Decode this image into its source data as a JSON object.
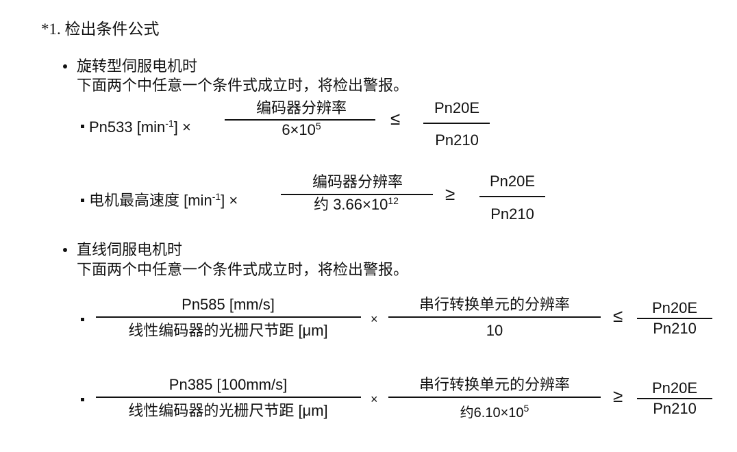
{
  "heading": "*1. 检出条件公式",
  "rotary": {
    "title": "旋转型伺服电机时",
    "desc": "下面两个中任意一个条件式成立时，将检出警报。",
    "f1": {
      "lhs": "Pn533 [min",
      "lhs_sup": "-1",
      "lhs_end": "] ×",
      "num": "编码器分辨率",
      "den": "6×10",
      "den_sup": "5",
      "op": "≤",
      "rnum": "Pn20E",
      "rden": "Pn210"
    },
    "f2": {
      "lhs": "电机最高速度 [min",
      "lhs_sup": "-1",
      "lhs_end": "] ×",
      "num": "编码器分辨率",
      "den": "约 3.66×10",
      "den_sup": "12",
      "op": "≥",
      "rnum": "Pn20E",
      "rden": "Pn210"
    }
  },
  "linear": {
    "title": "直线伺服电机时",
    "desc": "下面两个中任意一个条件式成立时，将检出警报。",
    "f3": {
      "num1": "Pn585 [mm/s]",
      "den1": "线性编码器的光栅尺节距 [μm]",
      "times": "×",
      "num2": "串行转换单元的分辨率",
      "den2": "10",
      "op": "≤",
      "rnum": "Pn20E",
      "rden": "Pn210"
    },
    "f4": {
      "num1": "Pn385 [100mm/s]",
      "den1": "线性编码器的光栅尺节距 [μm]",
      "times": "×",
      "num2": "串行转换单元的分辨率",
      "den2": "约6.10×10",
      "den2_sup": "5",
      "op": "≥",
      "rnum": "Pn20E",
      "rden": "Pn210"
    }
  }
}
